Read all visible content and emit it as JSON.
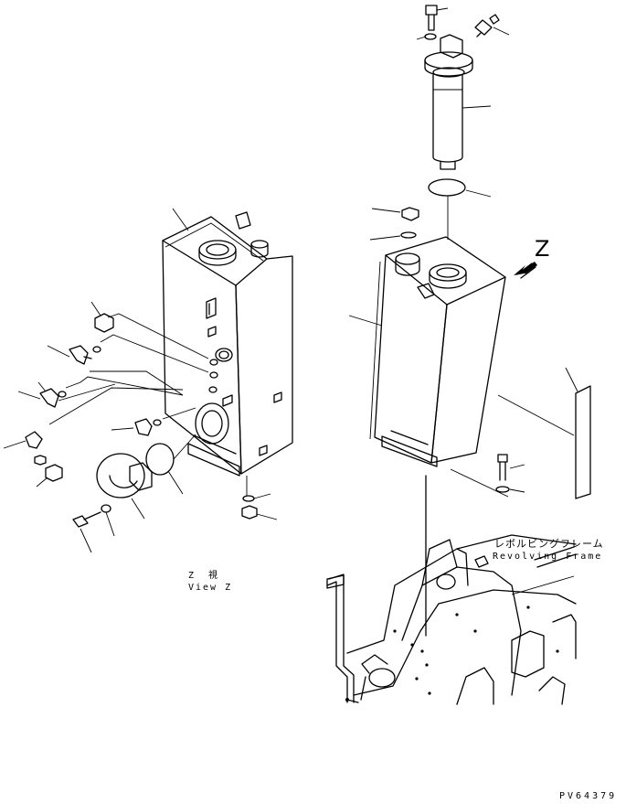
{
  "view": {
    "title": "Z　視",
    "subtitle": "View Z"
  },
  "frame": {
    "label_jp": "レボルビングフレーム",
    "label_en": "Revolving Frame"
  },
  "arrow_label": "Z",
  "drawing_id": "PV64379"
}
